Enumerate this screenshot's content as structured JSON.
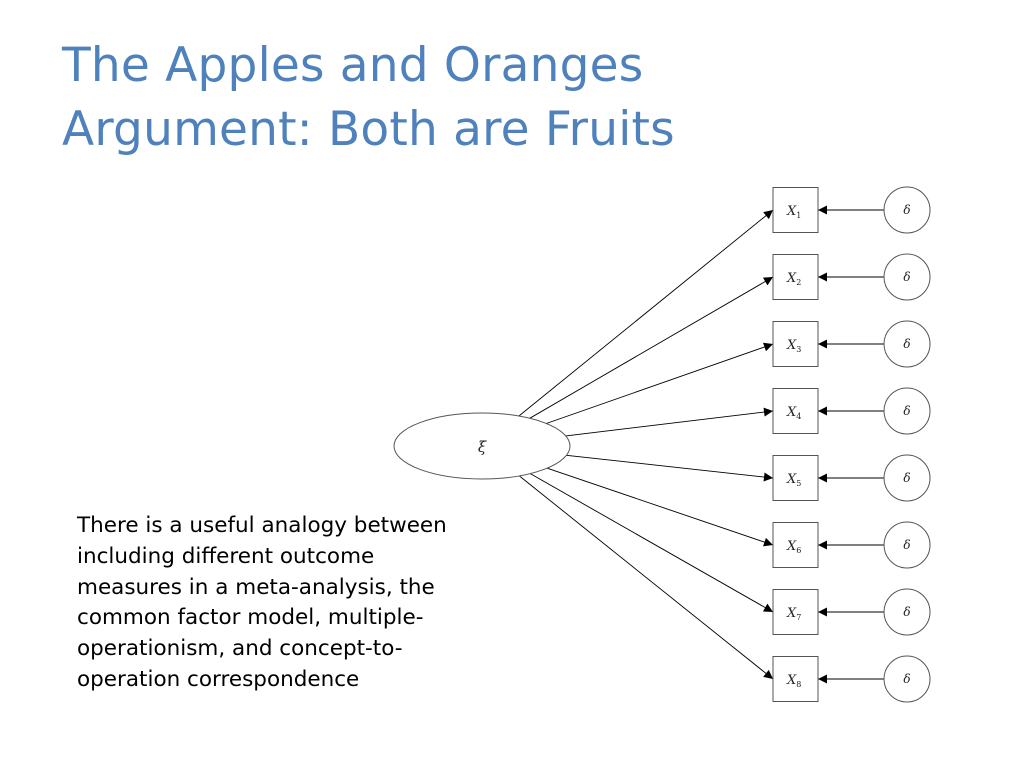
{
  "slide": {
    "title_lines": [
      "The Apples and Oranges",
      "Argument: Both are Fruits"
    ],
    "body_lines": [
      "There is a useful analogy between",
      "including different outcome",
      "measures in a meta-analysis, the",
      "common factor model, multiple-",
      "operationism, and concept-to-",
      "operation correspondence"
    ],
    "title_color": "#4f81bd"
  },
  "diagram": {
    "factor_symbol": "ξ",
    "indicator_letter": "X",
    "indicators": [
      {
        "subscript": "1",
        "error": "δ"
      },
      {
        "subscript": "2",
        "error": "δ"
      },
      {
        "subscript": "3",
        "error": "δ"
      },
      {
        "subscript": "4",
        "error": "δ"
      },
      {
        "subscript": "5",
        "error": "δ"
      },
      {
        "subscript": "6",
        "error": "δ"
      },
      {
        "subscript": "7",
        "error": "δ"
      },
      {
        "subscript": "8",
        "error": "δ"
      }
    ]
  }
}
